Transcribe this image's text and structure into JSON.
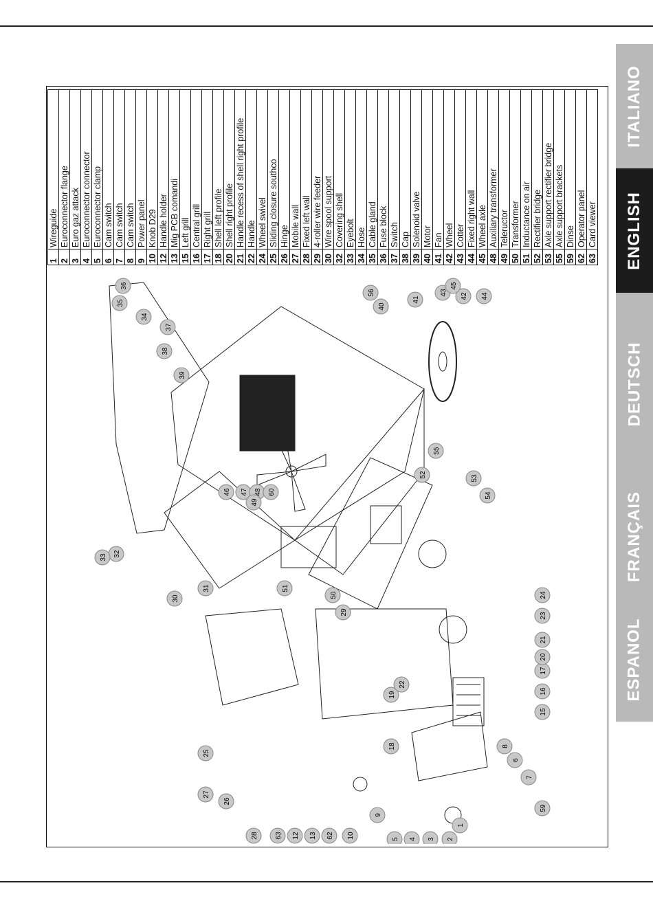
{
  "languages": [
    {
      "label": "ITALIANO",
      "active": false
    },
    {
      "label": "ENGLISH",
      "active": true
    },
    {
      "label": "DEUTSCH",
      "active": false
    },
    {
      "label": "FRANÇAIS",
      "active": false
    },
    {
      "label": "ESPANOL",
      "active": false
    }
  ],
  "parts": [
    {
      "no": "1",
      "name": "Wireguide"
    },
    {
      "no": "2",
      "name": "Euroconnector flange"
    },
    {
      "no": "3",
      "name": "Euro gaz attack"
    },
    {
      "no": "4",
      "name": "Euroconnector connector"
    },
    {
      "no": "5",
      "name": "Euroconnector clamp"
    },
    {
      "no": "6",
      "name": "Cam switch"
    },
    {
      "no": "7",
      "name": "Cam switch"
    },
    {
      "no": "8",
      "name": "Cam switch"
    },
    {
      "no": "9",
      "name": "Power panel"
    },
    {
      "no": "10",
      "name": "Knob D29"
    },
    {
      "no": "12",
      "name": "Handle holder"
    },
    {
      "no": "13",
      "name": "Mig PCB comandi"
    },
    {
      "no": "15",
      "name": "Left grill"
    },
    {
      "no": "16",
      "name": "Central grill"
    },
    {
      "no": "17",
      "name": "Right grill"
    },
    {
      "no": "18",
      "name": "Shell left profile"
    },
    {
      "no": "20",
      "name": "Shell right profile"
    },
    {
      "no": "21",
      "name": "Handle recess of shell right profile"
    },
    {
      "no": "22",
      "name": "Handle"
    },
    {
      "no": "24",
      "name": "Wheel swivel"
    },
    {
      "no": "25",
      "name": "Sliding closure southco"
    },
    {
      "no": "26",
      "name": "Hinge"
    },
    {
      "no": "27",
      "name": "Mobile wall"
    },
    {
      "no": "28",
      "name": "Fixed left wall"
    },
    {
      "no": "29",
      "name": "4-roller wire feeder"
    },
    {
      "no": "30",
      "name": "Wire spool support"
    },
    {
      "no": "32",
      "name": "Covering shell"
    },
    {
      "no": "33",
      "name": "Eyebolt"
    },
    {
      "no": "34",
      "name": "Hose"
    },
    {
      "no": "35",
      "name": "Cable gland"
    },
    {
      "no": "36",
      "name": "Fuse block"
    },
    {
      "no": "37",
      "name": "Switch"
    },
    {
      "no": "38",
      "name": "Cap"
    },
    {
      "no": "39",
      "name": "Solenoid valve"
    },
    {
      "no": "40",
      "name": "Motor"
    },
    {
      "no": "41",
      "name": "Fan"
    },
    {
      "no": "42",
      "name": "Wheel"
    },
    {
      "no": "43",
      "name": "Cotter"
    },
    {
      "no": "44",
      "name": "Fixed right wall"
    },
    {
      "no": "45",
      "name": "Wheel axle"
    },
    {
      "no": "48",
      "name": "Auxiliary transformer"
    },
    {
      "no": "49",
      "name": "Teleructor"
    },
    {
      "no": "50",
      "name": "Transformer"
    },
    {
      "no": "51",
      "name": "Inductance on air"
    },
    {
      "no": "52",
      "name": "Rectifier bridge"
    },
    {
      "no": "53",
      "name": "Axle support rectifier bridge"
    },
    {
      "no": "55",
      "name": "Axle support brackets"
    },
    {
      "no": "59",
      "name": "Dinse"
    },
    {
      "no": "62",
      "name": "Operator panel"
    },
    {
      "no": "63",
      "name": "Card viewer"
    }
  ],
  "callouts": [
    "1",
    "2",
    "3",
    "4",
    "5",
    "6",
    "7",
    "8",
    "9",
    "10",
    "12",
    "13",
    "15",
    "16",
    "17",
    "18",
    "19",
    "20",
    "21",
    "22",
    "23",
    "24",
    "25",
    "26",
    "27",
    "28",
    "29",
    "30",
    "31",
    "32",
    "33",
    "34",
    "35",
    "36",
    "37",
    "38",
    "39",
    "40",
    "41",
    "42",
    "43",
    "44",
    "45",
    "46",
    "47",
    "48",
    "49",
    "50",
    "51",
    "52",
    "53",
    "54",
    "55",
    "56",
    "59",
    "60",
    "62",
    "63"
  ]
}
